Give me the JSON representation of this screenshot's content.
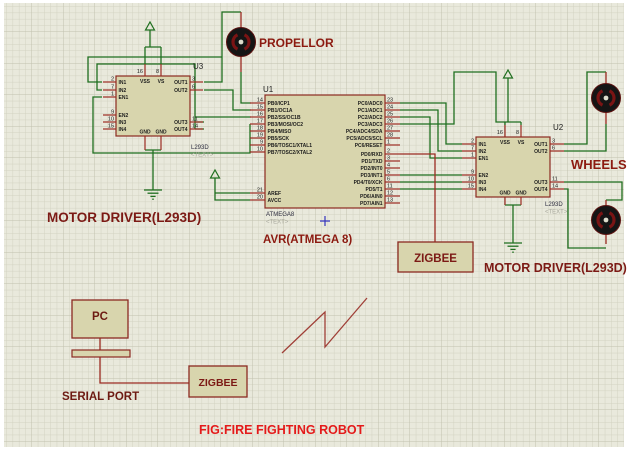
{
  "caption": "FIG:FIRE FIGHTING ROBOT",
  "labels": {
    "propellor": "PROPELLOR",
    "wheels": "WHEELS",
    "motor_driver_left": "MOTOR DRIVER(L293D)",
    "motor_driver_right": "MOTOR DRIVER(L293D)",
    "avr": "AVR(ATMEGA 8)",
    "zigbee_right": "ZIGBEE",
    "zigbee_bottom": "ZIGBEE",
    "pc": "PC",
    "serial_port": "SERIAL PORT"
  },
  "chips": {
    "u3": {
      "ref": "U3",
      "value": "L293D",
      "placeholder": "<TEXT>",
      "left_pins": [
        {
          "num": "2",
          "name": "IN1"
        },
        {
          "num": "7",
          "name": "IN2"
        },
        {
          "num": "1",
          "name": "EN1"
        },
        {
          "num": "9",
          "name": "EN2"
        },
        {
          "num": "10",
          "name": "IN3"
        },
        {
          "num": "15",
          "name": "IN4"
        }
      ],
      "right_pins": [
        {
          "num": "3",
          "name": "OUT1"
        },
        {
          "num": "6",
          "name": "OUT2"
        },
        {
          "num": "11",
          "name": "OUT3"
        },
        {
          "num": "14",
          "name": "OUT4"
        }
      ],
      "top_pins": [
        {
          "num": "16",
          "name": "VSS"
        },
        {
          "num": "8",
          "name": "VS"
        }
      ],
      "bottom_pins": [
        {
          "name": "GND"
        },
        {
          "name": "GND"
        }
      ]
    },
    "u1": {
      "ref": "U1",
      "value": "ATMEGA8",
      "placeholder": "<TEXT>",
      "left_pins": [
        {
          "num": "14",
          "name": "PB0/ICP1"
        },
        {
          "num": "15",
          "name": "PB1/OC1A"
        },
        {
          "num": "16",
          "name": "PB2/SS/OC1B"
        },
        {
          "num": "17",
          "name": "PB3/MOSI/OC2"
        },
        {
          "num": "18",
          "name": "PB4/MISO"
        },
        {
          "num": "19",
          "name": "PB5/SCK"
        },
        {
          "num": "9",
          "name": "PB6/TOSC1/XTAL1"
        },
        {
          "num": "10",
          "name": "PB7/TOSC2/XTAL2"
        },
        {
          "num": "21",
          "name": "AREF"
        },
        {
          "num": "20",
          "name": "AVCC"
        }
      ],
      "right_pins": [
        {
          "num": "23",
          "name": "PC0/ADC0"
        },
        {
          "num": "24",
          "name": "PC1/ADC1"
        },
        {
          "num": "25",
          "name": "PC2/ADC2"
        },
        {
          "num": "26",
          "name": "PC3/ADC3"
        },
        {
          "num": "27",
          "name": "PC4/ADC4/SDA"
        },
        {
          "num": "28",
          "name": "PC5/ADC5/SCL"
        },
        {
          "num": "1",
          "name": "PC6/RESET"
        },
        {
          "num": "2",
          "name": "PD0/RXD"
        },
        {
          "num": "3",
          "name": "PD1/TXD"
        },
        {
          "num": "4",
          "name": "PD2/INT0"
        },
        {
          "num": "5",
          "name": "PD3/INT1"
        },
        {
          "num": "6",
          "name": "PD4/T0/XCK"
        },
        {
          "num": "11",
          "name": "PD5/T1"
        },
        {
          "num": "12",
          "name": "PD6/AIN0"
        },
        {
          "num": "13",
          "name": "PD7/AIN1"
        }
      ],
      "top_pins": [],
      "bottom_pins": []
    },
    "u2": {
      "ref": "U2",
      "value": "L293D",
      "placeholder": "<TEXT>",
      "left_pins": [
        {
          "num": "2",
          "name": "IN1"
        },
        {
          "num": "7",
          "name": "IN2"
        },
        {
          "num": "1",
          "name": "EN1"
        },
        {
          "num": "9",
          "name": "EN2"
        },
        {
          "num": "10",
          "name": "IN3"
        },
        {
          "num": "15",
          "name": "IN4"
        }
      ],
      "right_pins": [
        {
          "num": "3",
          "name": "OUT1"
        },
        {
          "num": "6",
          "name": "OUT2"
        },
        {
          "num": "11",
          "name": "OUT3"
        },
        {
          "num": "14",
          "name": "OUT4"
        }
      ],
      "top_pins": [
        {
          "num": "16",
          "name": "VSS"
        },
        {
          "num": "8",
          "name": "VS"
        }
      ],
      "bottom_pins": [
        {
          "name": "GND"
        },
        {
          "name": "GND"
        }
      ]
    }
  },
  "colors": {
    "wire_green": "#1f6f1f",
    "wire_red": "#9c2b22",
    "chip_fill": "#d8d5ad",
    "chip_border": "#8c2a21",
    "pin_text": "#1c1c1c",
    "annotation": "#7c1a15",
    "caption_red": "#e41a1a",
    "value_text": "#2b2b3e",
    "placeholder_text": "#a8a89c"
  }
}
